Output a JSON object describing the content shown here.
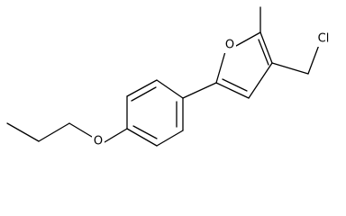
{
  "diagram": {
    "type": "chemical-structure",
    "atoms": {
      "oxygen_furan": "O",
      "chlorine": "Cl",
      "oxygen_ether": "O"
    },
    "bond_color": "#000000",
    "background": "#ffffff"
  }
}
